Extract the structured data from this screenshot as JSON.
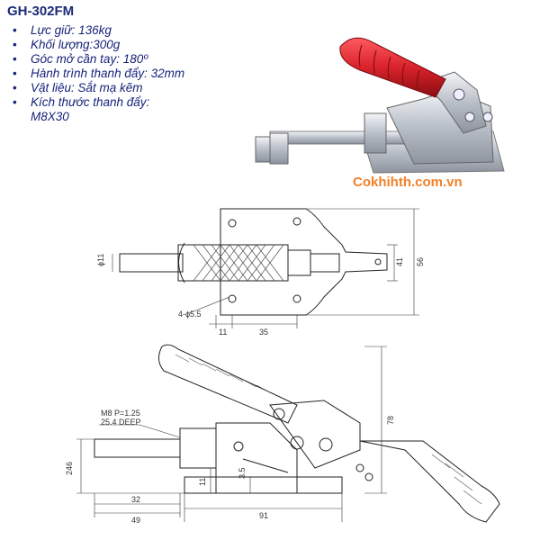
{
  "product": {
    "model": "GH-302FM",
    "specs": [
      "Lực giữ: 136kg",
      "Khối lượng:300g",
      "Góc mở cần tay: 180º",
      "Hành trình thanh đẩy: 32mm",
      "Vật liệu: Sắt mạ kẽm",
      "Kích thước thanh đẩy:"
    ],
    "spec_continuation": "M8X30",
    "bullet": "•",
    "watermark": "Cokhihth.com.vn"
  },
  "top_view": {
    "dims": {
      "rod_dia": "ϕ11",
      "holes": "4-ϕ5.5",
      "d11": "11",
      "d35": "35",
      "d41": "41",
      "d56": "56"
    }
  },
  "side_view": {
    "thread_note_1": "M8 P=1.25",
    "thread_note_2": "25.4 DEEP",
    "dims": {
      "d246": "246",
      "d78": "78",
      "d11": "11",
      "d35": "3.5",
      "d32": "32",
      "d49": "49",
      "d91": "91"
    }
  },
  "colors": {
    "title": "#1b2a78",
    "text": "#16237a",
    "watermark": "#f1812a",
    "handle_red": "#d8222a",
    "metal": "#c9ced6"
  }
}
